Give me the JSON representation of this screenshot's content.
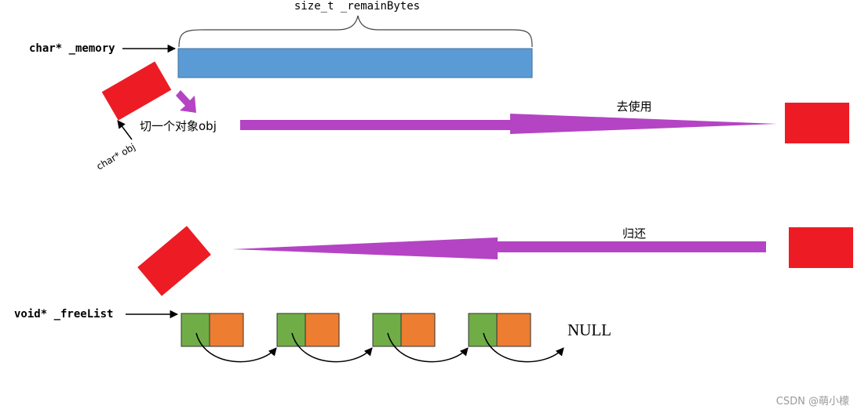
{
  "labels": {
    "remain_bytes": "size_t _remainBytes",
    "memory_ptr": "char* _memory",
    "cut_obj": "切一个对象obj",
    "char_obj": "char* obj",
    "use": "去使用",
    "return": "归还",
    "free_list": "void* _freeList",
    "null": "NULL",
    "watermark": "CSDN @萌小檬"
  },
  "colors": {
    "memory_block": "#5b9bd5",
    "object": "#ed1c24",
    "arrow": "#b444c4",
    "node_next": "#70ad47",
    "node_data": "#ed7d31",
    "text": "#000000",
    "watermark": "#9a9a9a"
  },
  "free_list": {
    "node_count": 4
  }
}
